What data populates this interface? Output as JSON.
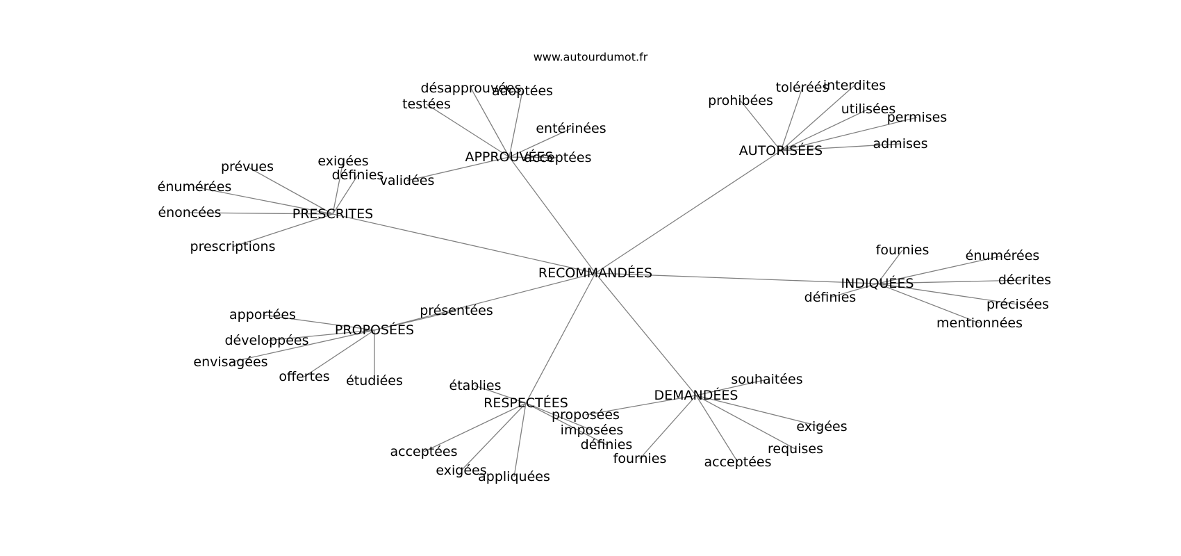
{
  "title": "www.autourdumot.fr",
  "colors": {
    "edge": "#808080",
    "text": "#000000",
    "background": "#ffffff"
  },
  "center": "RECOMMANDÉES",
  "groups": [
    {
      "label": "APPROUVÉES",
      "words": [
        "testées",
        "désapprouvées",
        "adoptées",
        "entérinées",
        "acceptées",
        "validées"
      ]
    },
    {
      "label": "AUTORISÉES",
      "words": [
        "prohibées",
        "toléréés",
        "interdites",
        "utilisées",
        "permises",
        "admises"
      ]
    },
    {
      "label": "PRESCRITES",
      "words": [
        "prévues",
        "énumérées",
        "énoncées",
        "prescriptions",
        "exigées",
        "définies"
      ]
    },
    {
      "label": "INDIQUÉES",
      "words": [
        "fournies",
        "énumérées",
        "décrites",
        "précisées",
        "mentionnées",
        "définies"
      ]
    },
    {
      "label": "PROPOSÉES",
      "words": [
        "présentées",
        "apportées",
        "développées",
        "envisagées",
        "offertes",
        "étudiées"
      ]
    },
    {
      "label": "RESPECTÉES",
      "words": [
        "établies",
        "acceptées",
        "exigées",
        "appliquées",
        "imposées",
        "définies"
      ]
    },
    {
      "label": "DEMANDÉES",
      "words": [
        "proposées",
        "fournies",
        "acceptées",
        "requises",
        "exigées",
        "souhaitées"
      ]
    }
  ]
}
